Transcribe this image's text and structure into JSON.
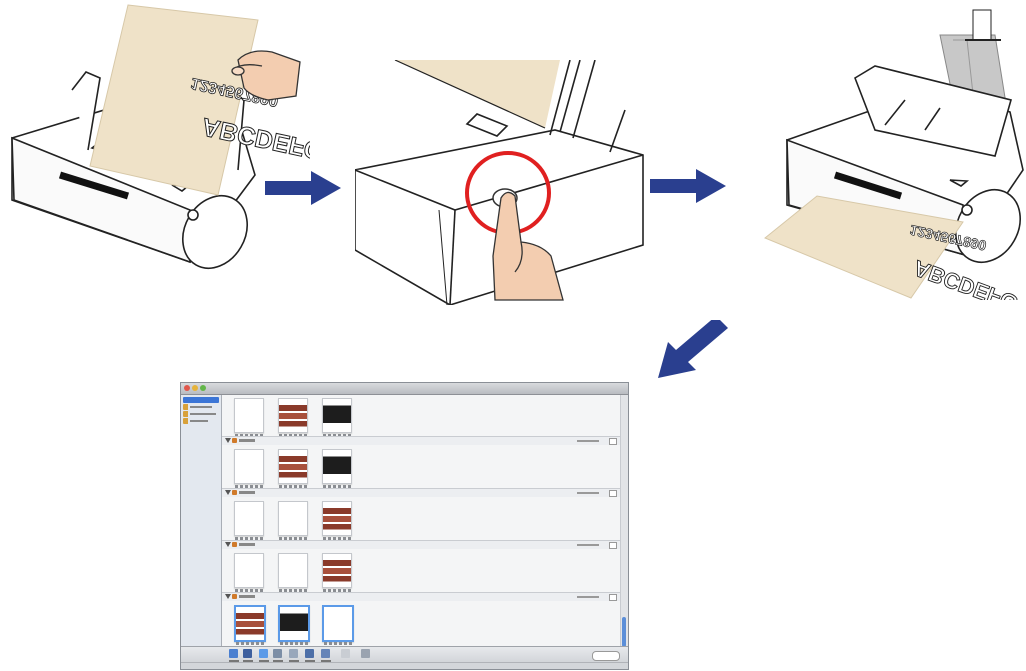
{
  "paper_text": {
    "line1": "1234567890",
    "line2": "ABCDEFG"
  },
  "step_arrows": [
    "right-arrow",
    "right-arrow",
    "down-left-arrow"
  ],
  "colors": {
    "arrow": "#2a3f8f",
    "paper": "#efe2c8",
    "hand": "#f3cdb0",
    "highlight": "#e02020",
    "accent": "#5b9ae8"
  },
  "screen": {
    "title_bar": "",
    "sidebar_items": [
      {
        "icon": "computer-icon",
        "selected": true
      },
      {
        "icon": "folder-icon",
        "selected": false
      },
      {
        "icon": "folder-icon",
        "selected": false
      },
      {
        "icon": "folder-icon",
        "selected": false
      }
    ],
    "groups": [
      {
        "thumbs": [
          "doc-white",
          "doc-red",
          "doc-dark"
        ]
      },
      {
        "thumbs": [
          "doc-white",
          "doc-red",
          "doc-dark"
        ]
      },
      {
        "thumbs": [
          "doc-white",
          "doc-white",
          "doc-red"
        ]
      },
      {
        "thumbs": [
          "doc-white",
          "doc-white",
          "doc-red"
        ]
      },
      {
        "thumbs": [
          "doc-red",
          "doc-dark",
          "doc-white"
        ]
      }
    ]
  }
}
